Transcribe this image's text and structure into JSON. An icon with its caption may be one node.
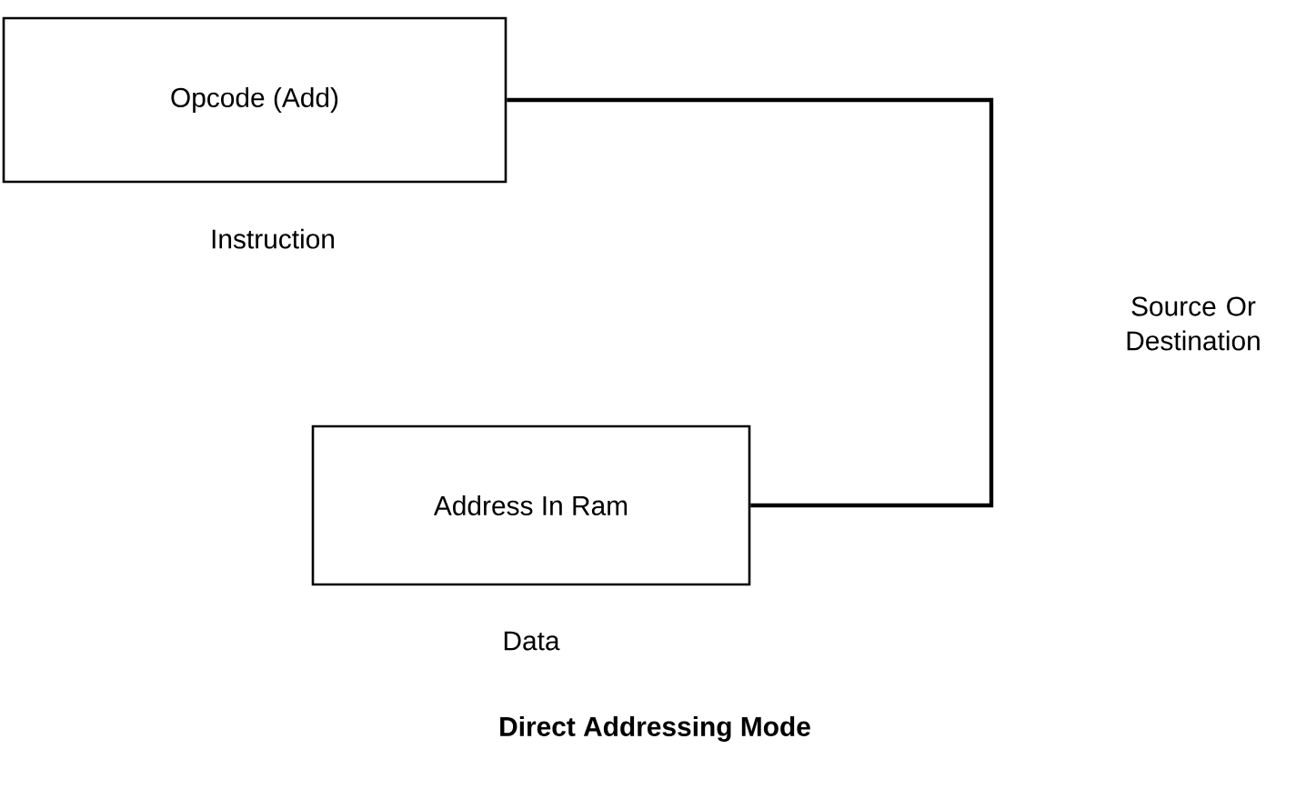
{
  "diagram": {
    "caption": "Direct Addressing Mode",
    "nodes": [
      {
        "text": [
          "Opcode (Add)"
        ],
        "beside": [
          "Instruction"
        ]
      },
      {
        "text": [
          "Address In Ram"
        ],
        "beside": [
          "Data"
        ]
      }
    ],
    "edges": [
      {
        "from": 0,
        "to": 1,
        "arrow": "none",
        "label": "Source Or Destination"
      }
    ]
  }
}
